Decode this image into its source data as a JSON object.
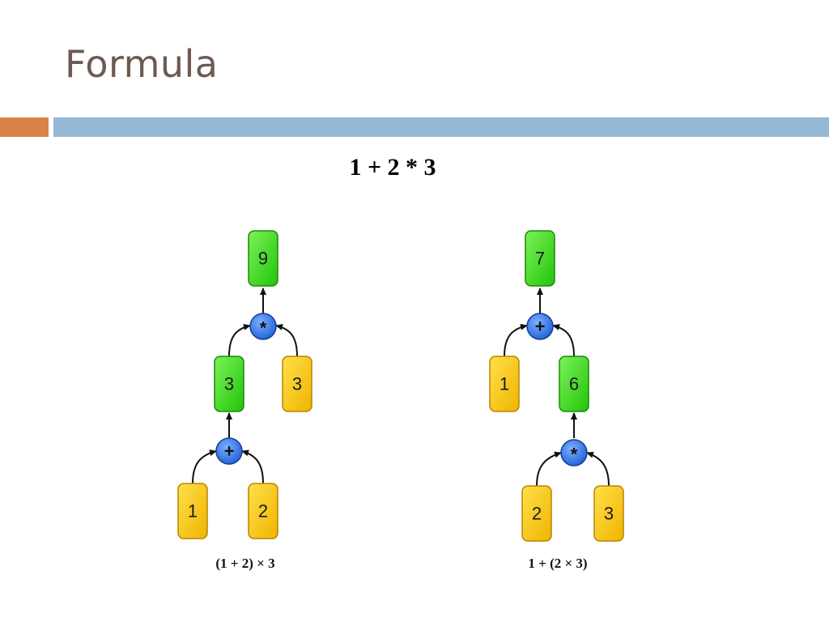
{
  "slide": {
    "title": "Formula",
    "expression": "1 + 2 * 3"
  },
  "colors": {
    "title": "#6e5a52",
    "bar_orange": "#d9834a",
    "bar_blue": "#95b8d5",
    "result_node": "#39dd17",
    "leaf_node": "#fbc70b",
    "operator_node": "#2f6fe6"
  },
  "trees": [
    {
      "caption": "(1 + 2) × 3",
      "result": "9",
      "root_operator": "*",
      "inner_operator": "+",
      "intermediate": "3",
      "side_operand": "3",
      "inner_left": "1",
      "inner_right": "2"
    },
    {
      "caption": "1 + (2 × 3)",
      "result": "7",
      "root_operator": "+",
      "inner_operator": "*",
      "intermediate": "6",
      "side_operand": "1",
      "inner_left": "2",
      "inner_right": "3"
    }
  ]
}
